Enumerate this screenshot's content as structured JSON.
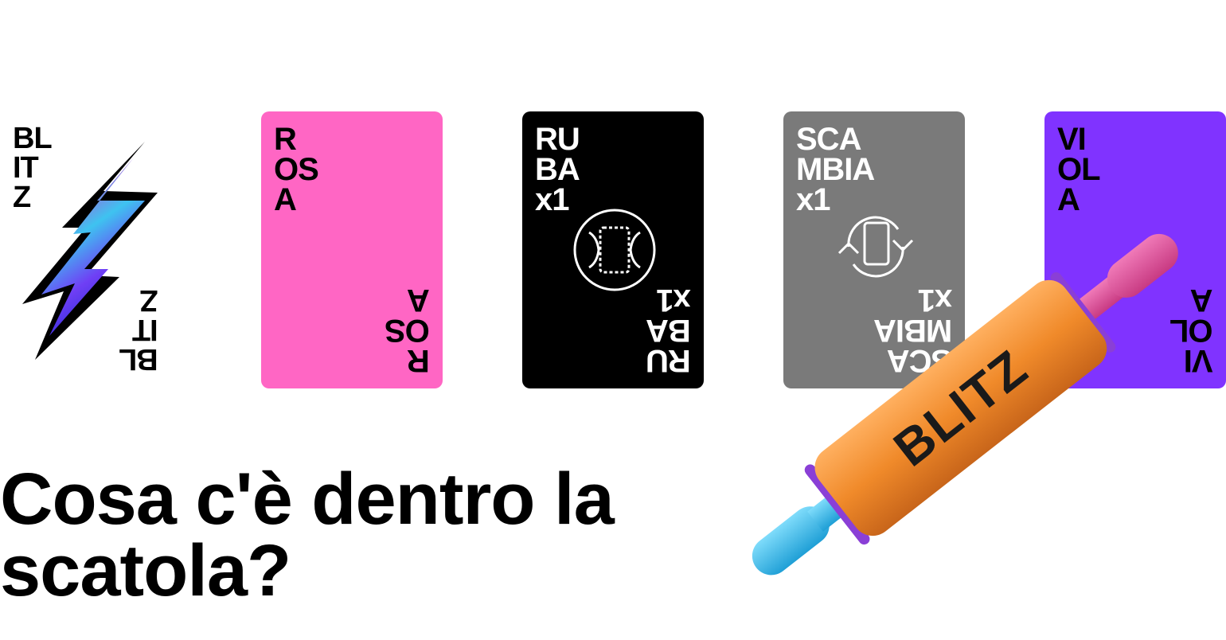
{
  "logo": {
    "text_top": "BL\nIT\nZ",
    "text_bottom": "BL\nIT\nZ",
    "icon": "lightning-bolt-icon",
    "gradient_colors": [
      "#f2a33a",
      "#b14fd8",
      "#3ec3f0",
      "#6f3ff5",
      "#2b2bd8"
    ]
  },
  "cards": [
    {
      "label": "R\nOS\nA",
      "bg": "#ff66c4",
      "text_color": "#000000",
      "icon": null
    },
    {
      "label": "RU\nBA\nx1",
      "bg": "#000000",
      "text_color": "#ffffff",
      "icon": "steal-card-icon"
    },
    {
      "label": "SCA\nMBIA\nx1",
      "bg": "#7a7a7a",
      "text_color": "#ffffff",
      "icon": "swap-card-icon"
    },
    {
      "label": "VI\nOL\nA",
      "bg": "#8033ff",
      "text_color": "#000000",
      "icon": null
    }
  ],
  "rolling_pin": {
    "text": "BLITZ",
    "body_color": "#f08a2a",
    "handle_left_color": "#2fb6e8",
    "handle_right_color": "#e0509a",
    "ring_color": "#8a3fd6"
  },
  "headline": "Cosa c'è dentro la scatola?"
}
